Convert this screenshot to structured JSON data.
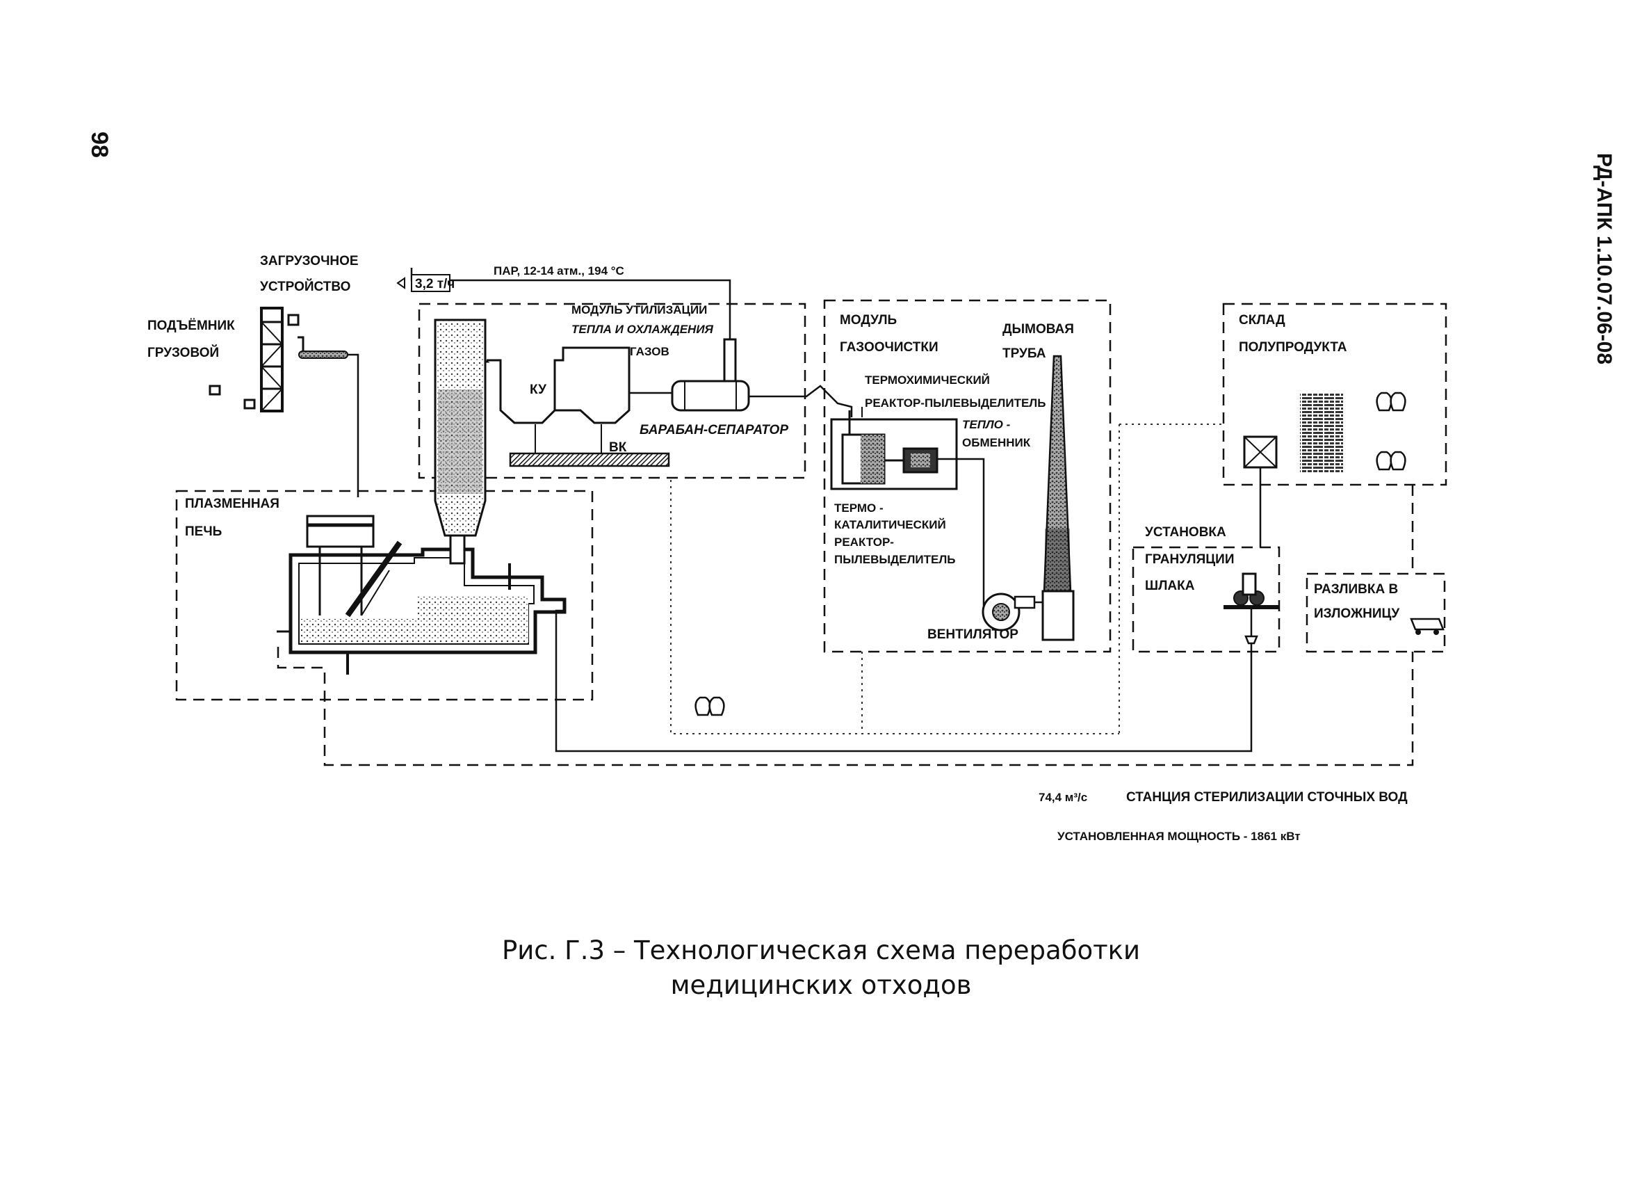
{
  "page": {
    "page_number": "98",
    "doc_code": "РД-АПК 1.10.07.06-08"
  },
  "labels": {
    "loading_device_1": "ЗАГРУЗОЧНОЕ",
    "loading_device_2": "УСТРОЙСТВО",
    "lift_1": "ПОДЪЁМНИК",
    "lift_2": "ГРУЗОВОЙ",
    "steam_params": "ПАР, 12-14 атм., 194 °С",
    "steam_rate": "3,2 т/ч",
    "heat_module_1": "МОДУЛЬ УТИЛИЗАЦИИ",
    "heat_module_2": "ТЕПЛА И ОХЛАЖДЕНИЯ",
    "heat_module_3": "ГАЗОВ",
    "ku": "КУ",
    "vk": "ВК",
    "drum_separator": "БАРАБАН-СЕПАРАТОР",
    "plasma_furnace_1": "ПЛАЗМЕННАЯ",
    "plasma_furnace_2": "ПЕЧЬ",
    "gas_cleaning_1": "МОДУЛЬ",
    "gas_cleaning_2": "ГАЗООЧИСТКИ",
    "chimney_1": "ДЫМОВАЯ",
    "chimney_2": "ТРУБА",
    "thermochem_1": "ТЕРМОХИМИЧЕСКИЙ",
    "thermochem_2": "РЕАКТОР-ПЫЛЕВЫДЕЛИТЕЛЬ",
    "heat_exchanger_1": "ТЕПЛО -",
    "heat_exchanger_2": "ОБМЕННИК",
    "thermocat_1": "ТЕРМО -",
    "thermocat_2": "КАТАЛИТИЧЕСКИЙ",
    "thermocat_3": "РЕАКТОР-",
    "thermocat_4": "ПЫЛЕВЫДЕЛИТЕЛЬ",
    "fan": "ВЕНТИЛЯТОР",
    "warehouse_1": "СКЛАД",
    "warehouse_2": "ПОЛУПРОДУКТА",
    "granulation_1": "УСТАНОВКА",
    "granulation_2": "ГРАНУЛЯЦИИ",
    "granulation_3": "ШЛАКА",
    "casting_1": "РАЗЛИВКА В",
    "casting_2": "ИЗЛОЖНИЦУ",
    "flow_value": "74,4 м³/с",
    "sterilization": "СТАНЦИЯ СТЕРИЛИЗАЦИИ СТОЧНЫХ ВОД",
    "installed_power": "УСТАНОВЛЕННАЯ МОЩНОСТЬ - 1861 кВт"
  },
  "caption": {
    "line1": "Рис. Г.3 – Технологическая схема переработки",
    "line2": "медицинских отходов"
  }
}
